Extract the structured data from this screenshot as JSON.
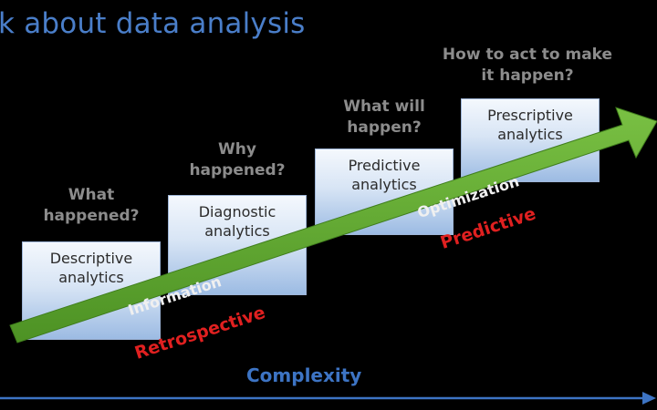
{
  "title": "k about data analysis",
  "stages": [
    {
      "question": "What\nhappened?",
      "box_label": "Descriptive\nanalytics"
    },
    {
      "question": "Why\nhappened?",
      "box_label": "Diagnostic\nanalytics"
    },
    {
      "question": "What will\nhappen?",
      "box_label": "Predictive\nanalytics"
    },
    {
      "question": "How to act to make\nit happen?",
      "box_label": "Prescriptive\nanalytics"
    }
  ],
  "arrow_labels": {
    "information": "Information",
    "optimization": "Optimization"
  },
  "red_labels": {
    "retrospective": "Retrospective",
    "predictive": "Predictive"
  },
  "axis_label": "Complexity",
  "colors": {
    "title": "#4a7ec9",
    "arrow_green": "#5aa02c",
    "red_text": "#e02020",
    "axis_blue": "#3d74c4",
    "question_gray": "#8c8c8c"
  }
}
